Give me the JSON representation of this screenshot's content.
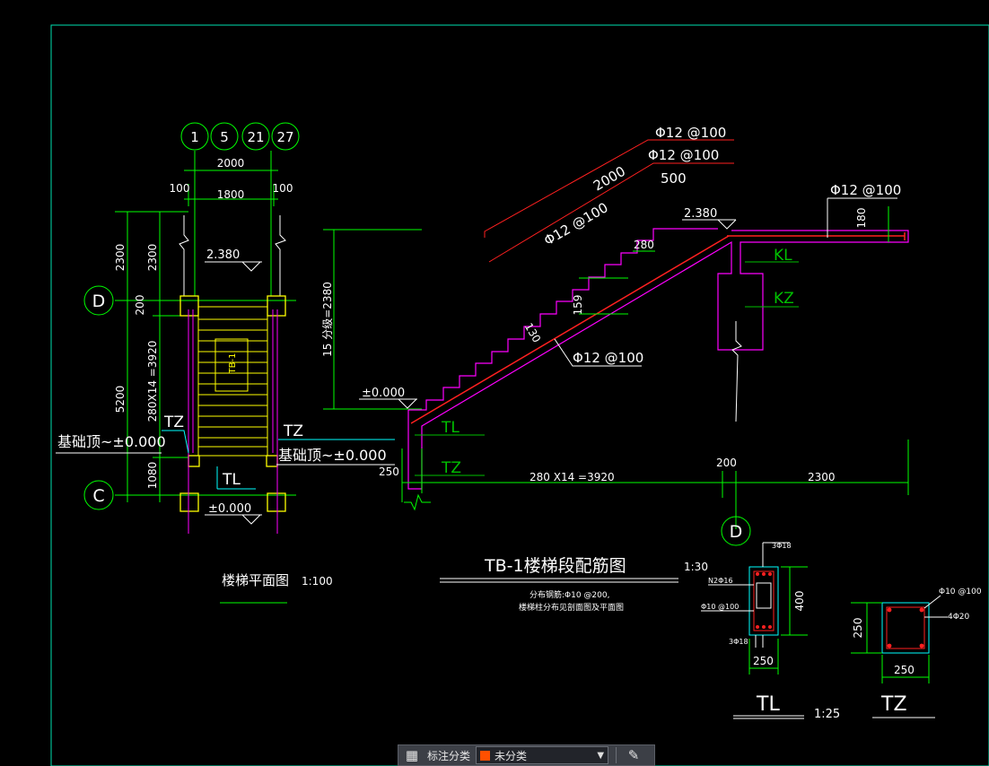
{
  "colors": {
    "frame": "#00e0b0",
    "dim": "#00ff00",
    "white": "#ffffff",
    "magenta": "#ff00ff",
    "red": "#ff2020",
    "yellow": "#ffff00",
    "cyan": "#00ffff",
    "green": "#00c000",
    "category_swatch": "#ff5000"
  },
  "axes": {
    "top": [
      "1",
      "5",
      "21",
      "27"
    ],
    "left_upper": "D",
    "left_lower": "C",
    "section": "D"
  },
  "plan": {
    "dim_total": "2000",
    "dim_side_left": "100",
    "dim_middle": "1800",
    "dim_side_right": "100",
    "v_2300a": "2300",
    "v_2300b": "2300",
    "v_200": "200",
    "v_5200": "5200",
    "v_run": "280X14 =3920",
    "v_1080": "1080",
    "level_top": "2.380",
    "level_bottom": "±0.000",
    "tb_tag": "TB-1",
    "tz_left": "TZ",
    "tz_right": "TZ",
    "tl": "TL",
    "base_left": "基础顶~±0.000",
    "base_right": "基础顶~±0.000",
    "title": "楼梯平面图",
    "scale": "1:100"
  },
  "section": {
    "rebar_top1": "Φ12 @100",
    "rebar_top2": "Φ12 @100",
    "len_2000": "2000",
    "len_500": "500",
    "rebar_diag": "Φ12 @100",
    "rebar_slab": "Φ12 @100",
    "rebar_lower": "Φ12 @100",
    "level_top": "2.380",
    "level_bottom": "±0.000",
    "tread": "280",
    "riser": "159",
    "thick": "130",
    "height_label": "15 分级=2380",
    "slab_thk": "180",
    "kl": "KL",
    "kz": "KZ",
    "tl": "TL",
    "tz": "TZ",
    "dim_250": "250",
    "dim_run": "280 X14 =3920",
    "dim_200": "200",
    "dim_2300": "2300"
  },
  "title_block": {
    "title": "TB-1楼梯段配筋图",
    "scale": "1:30",
    "note1": "分布钢筋:Φ10 @200,",
    "note2": "楼梯柱分布见剖面图及平面图"
  },
  "tl_detail": {
    "top_bar": "3Φ18",
    "side_bar": "N2Φ16",
    "stirrup": "Φ10 @100",
    "bottom_bar": "3Φ18",
    "height": "400",
    "width": "250",
    "label": "TL",
    "scale": "1:25"
  },
  "tz_detail": {
    "stirrup": "Φ10 @100",
    "bars": "4Φ20",
    "height": "250",
    "width": "250",
    "label": "TZ"
  },
  "toolbar": {
    "label": "标注分类",
    "selected": "未分类",
    "grid_icon": "grid-icon",
    "edit_icon": "edit-icon"
  }
}
